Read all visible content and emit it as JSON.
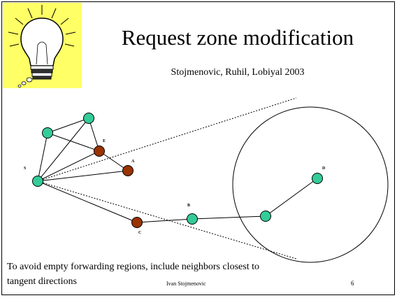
{
  "slide": {
    "title": "Request zone modification",
    "subtitle": "Stojmenovic, Ruhil, Lobiyal 2003",
    "caption_line1": "To avoid empty forwarding regions, include neighbors  closest to",
    "caption_line2": "tangent directions",
    "footer": "Ivan Stojmenovic",
    "page_number": "6",
    "icon": "lightbulb-icon",
    "colors": {
      "bulb_bg": "#ffff66",
      "node_green": "#33cc99",
      "node_brown": "#993300"
    }
  },
  "diagram": {
    "labels": {
      "S": "S",
      "E": "E",
      "A": "A",
      "B": "B",
      "C": "C",
      "D": "D"
    }
  }
}
